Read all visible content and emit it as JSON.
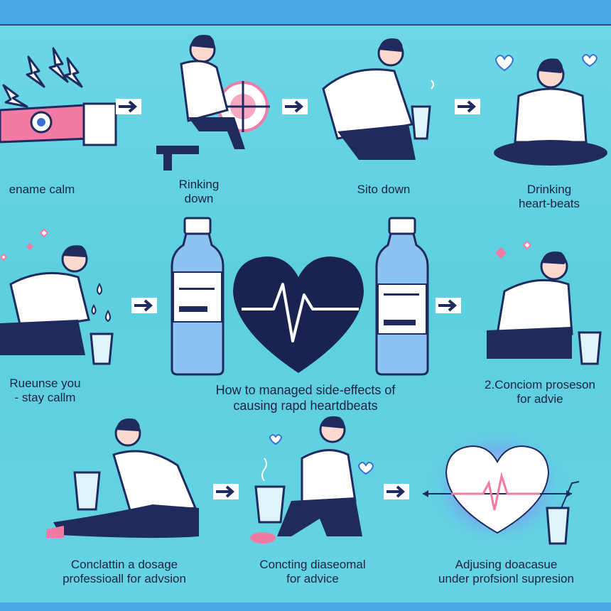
{
  "panels": [
    {
      "caption_line1": "еname calm",
      "caption_line2": ""
    },
    {
      "caption_line1": "Rinking",
      "caption_line2": "down"
    },
    {
      "caption_line1": "Sito down",
      "caption_line2": ""
    },
    {
      "caption_line1": "Drinking",
      "caption_line2": "heart-beats"
    },
    {
      "caption_line1": "Rueunse you",
      "caption_line2": "- stay callm"
    },
    {
      "caption_line1": "2.Conciom proseson",
      "caption_line2": "for advie"
    },
    {
      "caption_line1": "Conclattin a dosage",
      "caption_line2": "professioall for advsion"
    },
    {
      "caption_line1": "Concting diaseomal",
      "caption_line2": "for advice"
    },
    {
      "caption_line1": "Adjusing doacasue",
      "caption_line2": "under profsionl supresion"
    }
  ],
  "center_title": {
    "line1": "How to managed side-effects of",
    "line2": "causing rapd  heartdbeats"
  },
  "colors": {
    "background": "#5ccfe0",
    "frame": "#4aa9e6",
    "navy": "#1f2b5e",
    "shirt": "#ffffff",
    "pink": "#f26b9a",
    "bottle": "#7fb6ef"
  },
  "icons": [
    "lightning-icon",
    "arrow-right-icon",
    "heart-icon",
    "heartbeat-icon",
    "water-bottle-icon",
    "water-glass-icon",
    "water-drop-icon"
  ]
}
